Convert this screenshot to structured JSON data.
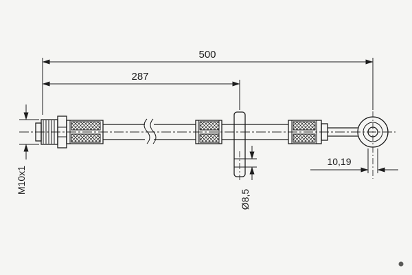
{
  "page": {
    "background": "#f5f5f3",
    "ink": "#1c1c1c"
  },
  "drawing": {
    "dimensions": {
      "overall_length": "500",
      "length_to_bracket": "287",
      "thread": "M10x1",
      "bracket_hole_diameter": "Ø8,5",
      "eyelet_hole_diameter": "10,19"
    }
  }
}
